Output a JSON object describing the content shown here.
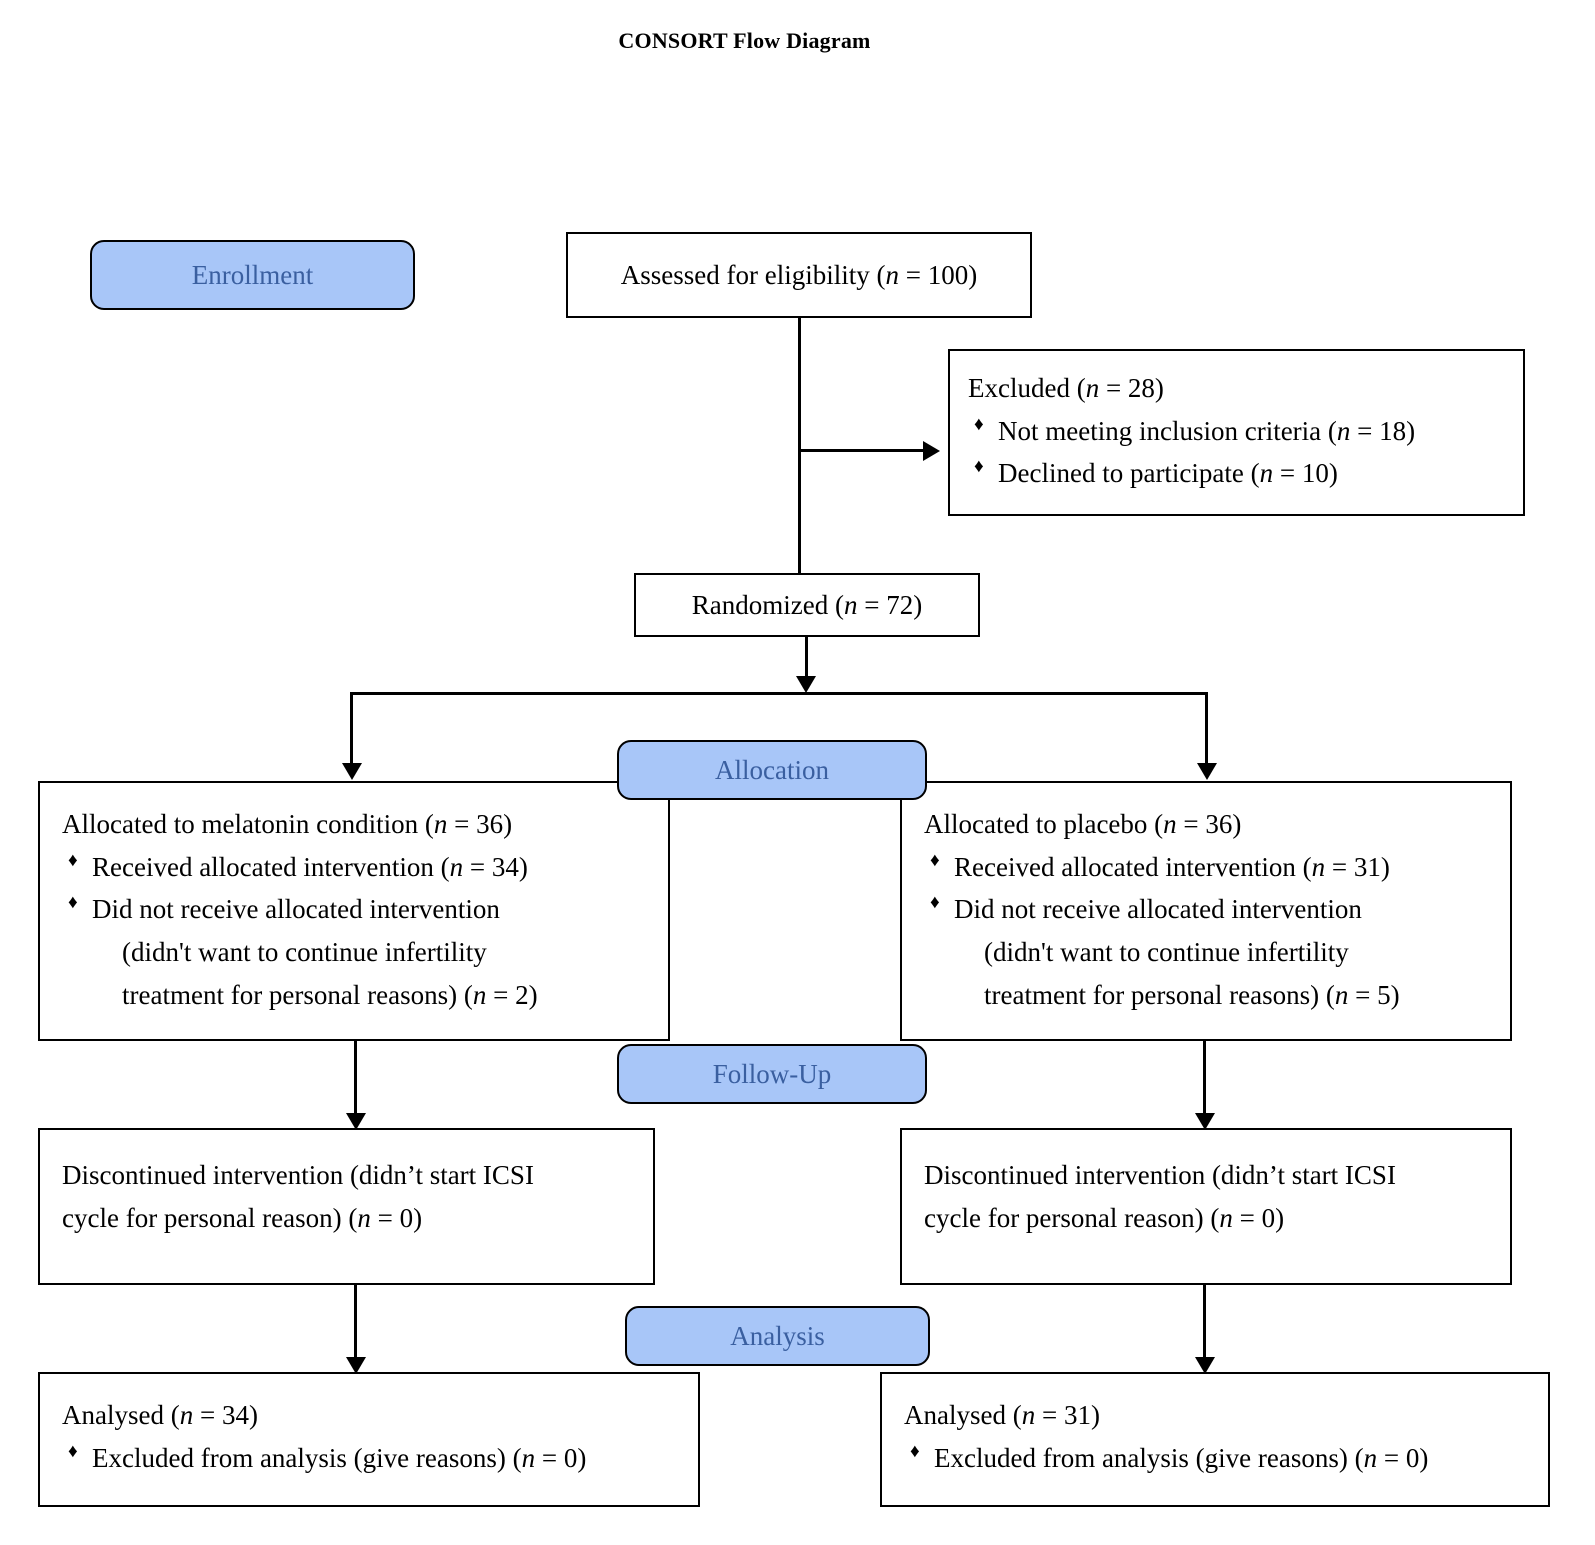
{
  "title": "CONSORT Flow Diagram",
  "stages": {
    "enrollment": "Enrollment",
    "allocation": "Allocation",
    "followup": "Follow-Up",
    "analysis": "Analysis"
  },
  "colors": {
    "stage_fill": "#A8C6F8",
    "stage_text": "#3A5FA0",
    "box_border": "#000000",
    "box_fill": "#FFFFFF",
    "page_background": "#FFFFFF"
  },
  "boxes": {
    "assessed": {
      "text_a": "Assessed for eligibility (",
      "n_sym": "n",
      "text_b": " = 100)"
    },
    "excluded": {
      "heading_a": "Excluded (",
      "heading_n": "n",
      "heading_b": " = 28)",
      "bullet1_a": "Not meeting inclusion criteria (",
      "bullet1_n": "n",
      "bullet1_b": " = 18)",
      "bullet2_a": "Declined to participate (",
      "bullet2_n": "n",
      "bullet2_b": " = 10)"
    },
    "randomized": {
      "text_a": "Randomized (",
      "n_sym": "n",
      "text_b": " = 72)"
    },
    "alloc_left": {
      "heading_a": "Allocated to melatonin condition (",
      "heading_n": "n",
      "heading_b": " = 36)",
      "bullet1_a": "Received allocated intervention (",
      "bullet1_n": "n",
      "bullet1_b": " = 34)",
      "bullet2": "Did not receive allocated intervention",
      "bullet2_cont1": "(didn't want to continue infertility",
      "bullet2_cont2_a": "treatment for personal reasons) (",
      "bullet2_cont2_n": "n",
      "bullet2_cont2_b": " = 2)"
    },
    "alloc_right": {
      "heading_a": "Allocated to placebo (",
      "heading_n": "n",
      "heading_b": " = 36)",
      "bullet1_a": "Received allocated intervention (",
      "bullet1_n": "n",
      "bullet1_b": " = 31)",
      "bullet2": "Did not receive allocated intervention",
      "bullet2_cont1": "(didn't want to continue infertility",
      "bullet2_cont2_a": "treatment for personal reasons) (",
      "bullet2_cont2_n": "n",
      "bullet2_cont2_b": " = 5)"
    },
    "discont_left": {
      "line1": "Discontinued intervention (didn’t start ICSI",
      "line2_a": "cycle for personal reason) (",
      "line2_n": "n",
      "line2_b": " = 0)"
    },
    "discont_right": {
      "line1": "Discontinued intervention (didn’t start ICSI",
      "line2_a": "cycle for personal reason) (",
      "line2_n": "n",
      "line2_b": " = 0)"
    },
    "analysed_left": {
      "heading_a": "Analysed (",
      "heading_n": "n",
      "heading_b": " = 34)",
      "bullet1_a": "Excluded from analysis (give reasons) (",
      "bullet1_n": "n",
      "bullet1_b": " = 0)"
    },
    "analysed_right": {
      "heading_a": "Analysed (",
      "heading_n": "n",
      "heading_b": " = 31)",
      "bullet1_a": "Excluded from analysis (give reasons) (",
      "bullet1_n": "n",
      "bullet1_b": " = 0)"
    }
  }
}
